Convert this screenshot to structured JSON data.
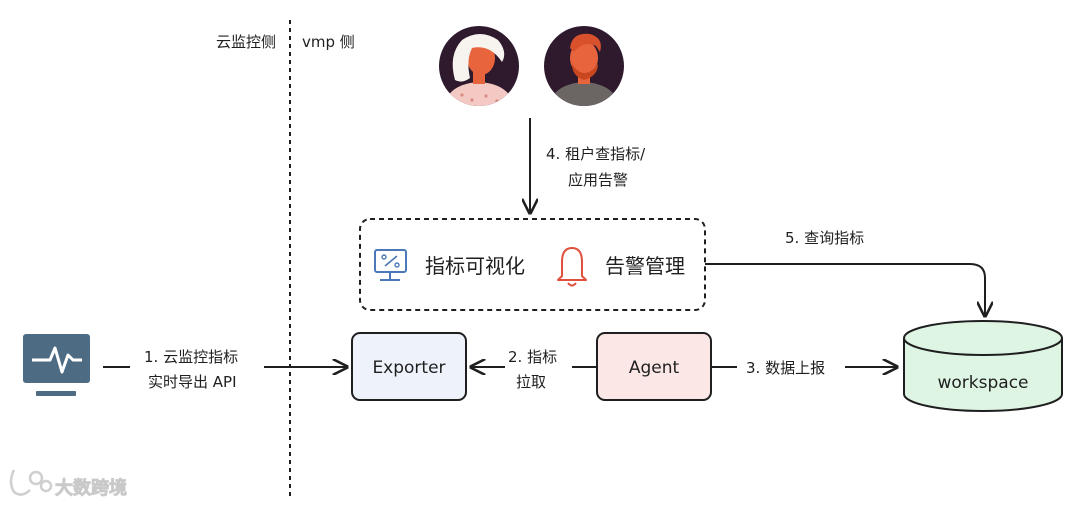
{
  "zones": {
    "left": "云监控侧",
    "right": "vmp 侧"
  },
  "steps": {
    "step1": [
      "1. 云监控指标",
      "实时导出 API"
    ],
    "step2": [
      "2. 指标",
      "拉取"
    ],
    "step3": "3. 数据上报",
    "step4": [
      "4. 租户查指标/",
      "应用告警"
    ],
    "step5": "5. 查询指标"
  },
  "nodes": {
    "exporter": "Exporter",
    "agent": "Agent",
    "workspace": "workspace",
    "visualization": "指标可视化",
    "alerting": "告警管理"
  },
  "icons": {
    "monitor": "monitor-pulse-icon",
    "chart": "dashboard-chart-icon",
    "bell": "alarm-bell-icon",
    "user1": "user-avatar-woman-icon",
    "user2": "user-avatar-man-icon",
    "logo": "dashuju-logo-icon"
  },
  "watermark": "大数跨境",
  "colors": {
    "exporter_fill": "#eef2fb",
    "agent_fill": "#fbe7e6",
    "workspace_fill": "#dff5e3",
    "node_stroke": "#1f1f1f",
    "avatar_bg": "#2e1a2c",
    "hair_orange": "#e8643c",
    "icon_blue": "#4a78b8",
    "bell_red": "#e0503c"
  }
}
